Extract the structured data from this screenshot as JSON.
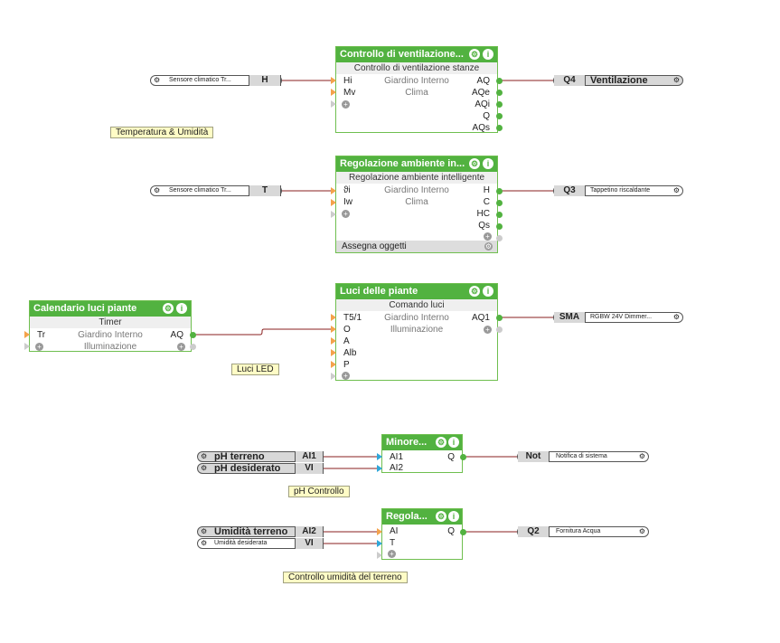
{
  "blocks": {
    "vent": {
      "title": "Controllo di ventilazione...",
      "sub": "Controllo di ventilazione stanze",
      "in": [
        "Hi",
        "Mv"
      ],
      "mid1": "Giardino Interno",
      "mid2": "Clima",
      "out": [
        "AQ",
        "AQe",
        "AQi",
        "Q",
        "AQs"
      ]
    },
    "reg": {
      "title": "Regolazione ambiente in...",
      "sub": "Regolazione ambiente intelligente",
      "in": [
        "ϑi",
        "Iw"
      ],
      "mid1": "Giardino Interno",
      "mid2": "Clima",
      "out": [
        "H",
        "C",
        "HC",
        "Qs"
      ],
      "footer": "Assegna oggetti"
    },
    "luci": {
      "title": "Luci delle piante",
      "sub": "Comando luci",
      "in": [
        "T5/1",
        "O",
        "A",
        "Alb",
        "P"
      ],
      "mid1": "Giardino Interno",
      "mid2": "Illuminazione",
      "out": [
        "AQ1"
      ]
    },
    "cal": {
      "title": "Calendario luci piante",
      "sub": "Timer",
      "in": [
        "Tr"
      ],
      "mid1": "Giardino Interno",
      "mid2": "Illuminazione",
      "out": [
        "AQ"
      ]
    },
    "minore": {
      "title": "Minore...",
      "in": [
        "AI1",
        "AI2"
      ],
      "out": [
        "Q"
      ]
    },
    "regola": {
      "title": "Regola...",
      "in": [
        "AI",
        "T"
      ],
      "out": [
        "Q"
      ]
    }
  },
  "inputs": {
    "s1": {
      "name": "Sensore climatico Tr...",
      "code": "H"
    },
    "s2": {
      "name": "Sensore climatico Tr...",
      "code": "T"
    },
    "ph1": {
      "name": "pH terreno",
      "code": "AI1"
    },
    "ph2": {
      "name": "pH desiderato",
      "code": "VI"
    },
    "um1": {
      "name": "Umidità terreno",
      "code": "AI2"
    },
    "um2": {
      "name": "Umidità desiderata",
      "code": "VI"
    }
  },
  "outputs": {
    "o1": {
      "code": "Q4",
      "name": "Ventilazione"
    },
    "o2": {
      "code": "Q3",
      "name": "Tappetino riscaldante"
    },
    "o3": {
      "code": "SMA",
      "name": "RGBW 24V Dimmer..."
    },
    "o4": {
      "code": "Not",
      "name": "Notifica di sistema"
    },
    "o5": {
      "code": "Q2",
      "name": "Fornitura Acqua"
    }
  },
  "notes": {
    "n1": "Temperatura & Umidità",
    "n2": "Luci LED",
    "n3": "pH Controllo",
    "n4": "Controllo umidità del terreno"
  },
  "icons": {
    "gear": "⚙",
    "info": "i",
    "plus": "+"
  },
  "colors": {
    "block_header": "#52b240",
    "wire": "#8a1f1f",
    "analog_in": "#f4a24b",
    "digital_in": "#2fa7d9"
  }
}
